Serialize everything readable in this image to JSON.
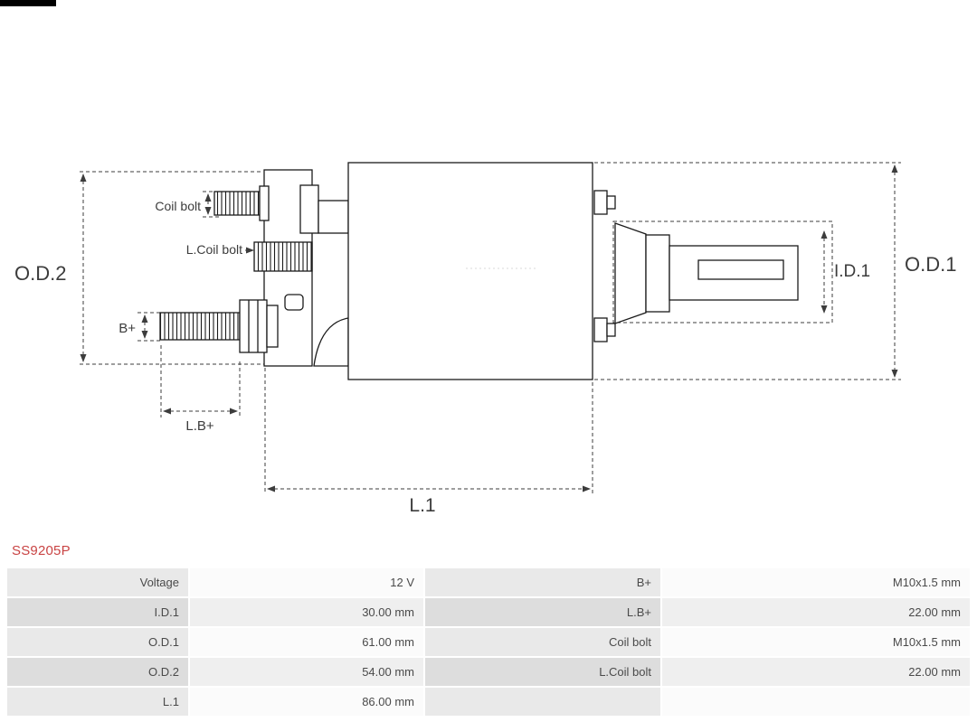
{
  "part_number": "SS9205P",
  "accent_color": "#c94444",
  "diagram": {
    "labels": {
      "coil_bolt": "Coil bolt",
      "l_coil_bolt": "L.Coil bolt",
      "od2": "O.D.2",
      "b_plus": "B+",
      "l_b_plus": "L.B+",
      "id1": "I.D.1",
      "od1": "O.D.1",
      "l1": "L.1"
    }
  },
  "table": {
    "rows": [
      {
        "c0": "Voltage",
        "c1": "12 V",
        "c2": "B+",
        "c3": "M10x1.5 mm"
      },
      {
        "c0": "I.D.1",
        "c1": "30.00 mm",
        "c2": "L.B+",
        "c3": "22.00 mm"
      },
      {
        "c0": "O.D.1",
        "c1": "61.00 mm",
        "c2": "Coil bolt",
        "c3": "M10x1.5 mm"
      },
      {
        "c0": "O.D.2",
        "c1": "54.00 mm",
        "c2": "L.Coil bolt",
        "c3": "22.00 mm"
      },
      {
        "c0": "L.1",
        "c1": "86.00 mm",
        "c2": "",
        "c3": ""
      }
    ]
  }
}
